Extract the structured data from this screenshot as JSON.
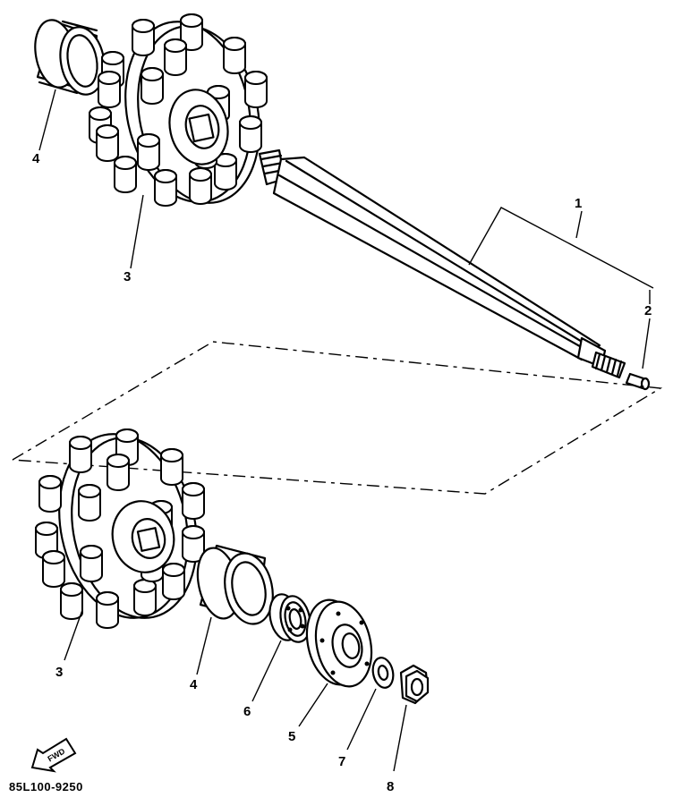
{
  "diagram": {
    "callouts": {
      "shaft": "1",
      "plug": "2",
      "sprocket_upper": "3",
      "sprocket_lower": "3",
      "spacer_upper": "4",
      "spacer_lower": "4",
      "flange": "5",
      "bearing": "6",
      "washer": "7",
      "nut": "8"
    },
    "code": "85L100-9250",
    "fwd_label": "FWD"
  },
  "colors": {
    "ink": "#000000",
    "paper": "#ffffff"
  }
}
